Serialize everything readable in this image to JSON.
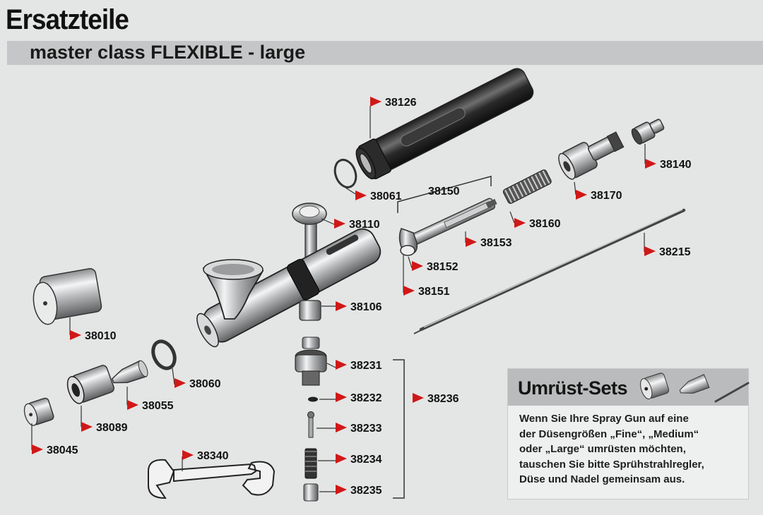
{
  "header": {
    "title": "Ersatzteile",
    "subtitle": "master class FLEXIBLE - large"
  },
  "colors": {
    "background": "#e4e5e5",
    "subtitle_bar": "#c4c6c7",
    "marker": "#d01818",
    "text": "#111111"
  },
  "parts": [
    {
      "id": "p38126",
      "number": "38126"
    },
    {
      "id": "p38061",
      "number": "38061"
    },
    {
      "id": "p38150",
      "number": "38150"
    },
    {
      "id": "p38140",
      "number": "38140"
    },
    {
      "id": "p38170",
      "number": "38170"
    },
    {
      "id": "p38110",
      "number": "38110"
    },
    {
      "id": "p38160",
      "number": "38160"
    },
    {
      "id": "p38153",
      "number": "38153"
    },
    {
      "id": "p38215",
      "number": "38215"
    },
    {
      "id": "p38152",
      "number": "38152"
    },
    {
      "id": "p38151",
      "number": "38151"
    },
    {
      "id": "p38106",
      "number": "38106"
    },
    {
      "id": "p38010",
      "number": "38010"
    },
    {
      "id": "p38060",
      "number": "38060"
    },
    {
      "id": "p38055",
      "number": "38055"
    },
    {
      "id": "p38089",
      "number": "38089"
    },
    {
      "id": "p38045",
      "number": "38045"
    },
    {
      "id": "p38231",
      "number": "38231"
    },
    {
      "id": "p38232",
      "number": "38232"
    },
    {
      "id": "p38233",
      "number": "38233"
    },
    {
      "id": "p38234",
      "number": "38234"
    },
    {
      "id": "p38235",
      "number": "38235"
    },
    {
      "id": "p38236",
      "number": "38236"
    },
    {
      "id": "p38340",
      "number": "38340"
    }
  ],
  "conversion_sets": {
    "title": "Umrüst-Sets",
    "lines": [
      "Wenn Sie Ihre Spray Gun auf eine",
      "der Düsengrößen „Fine“, „Medium“",
      "oder „Large“ umrüsten möchten,",
      "tauschen Sie bitte Sprühstrahlregler,",
      "Düse und Nadel gemeinsam aus."
    ]
  }
}
